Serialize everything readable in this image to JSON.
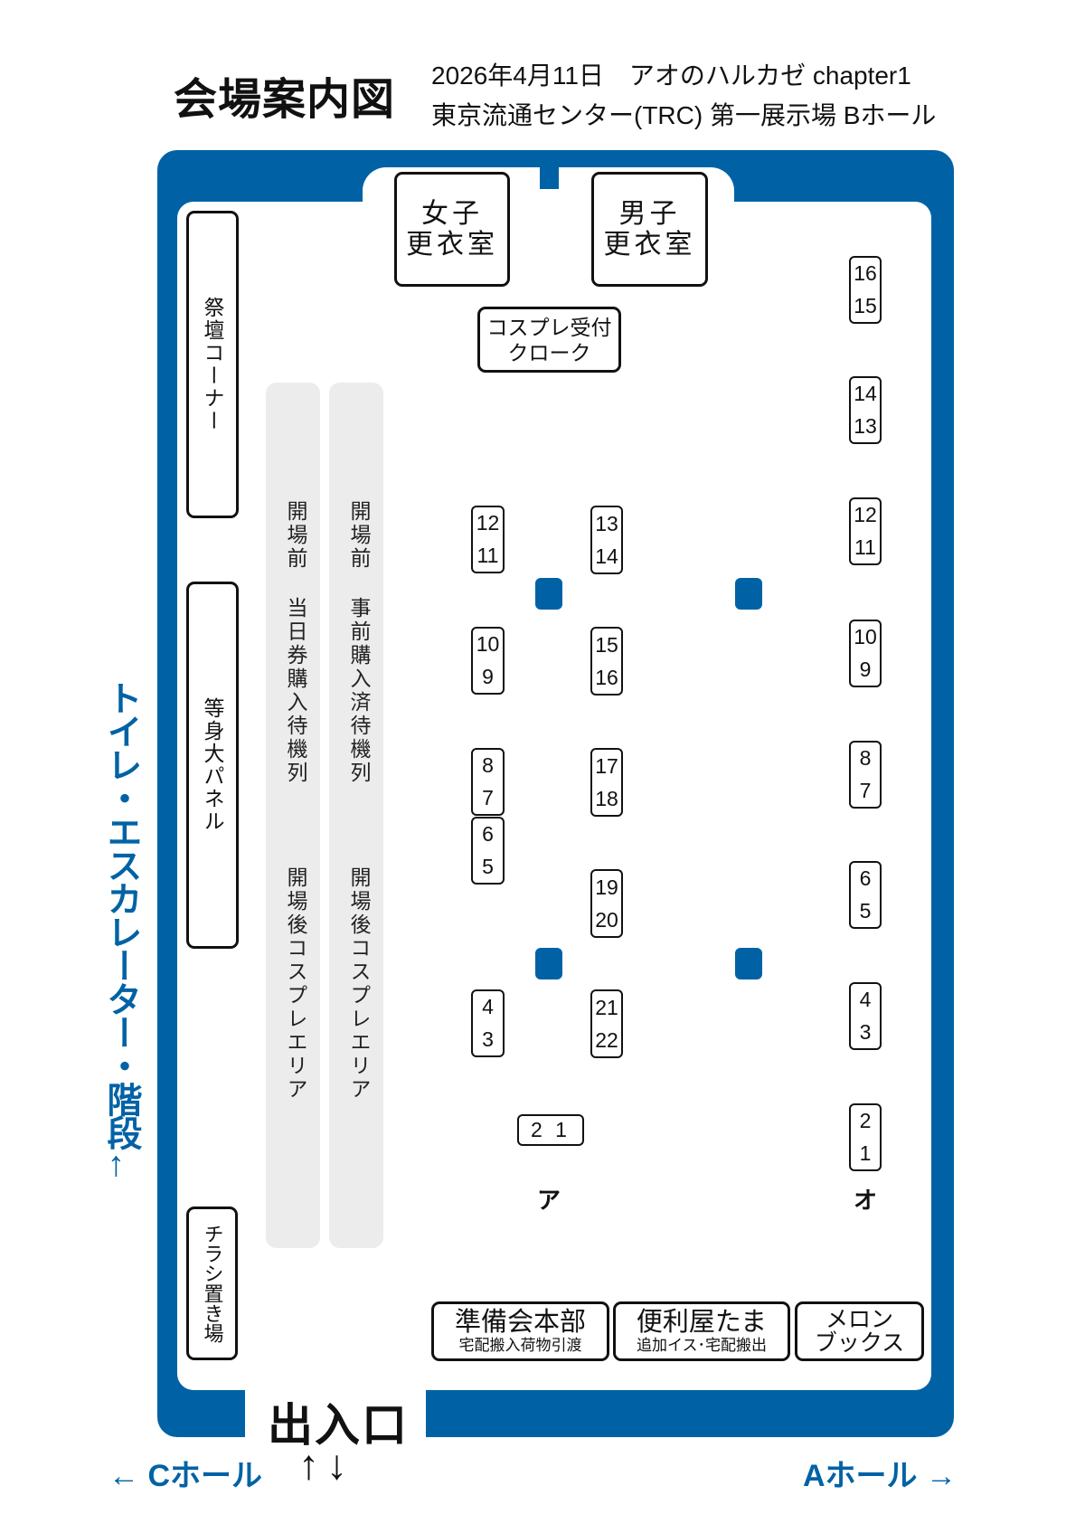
{
  "header": {
    "title": "会場案内図",
    "event_line": "2026年4月11日　アオのハルカゼ chapter1",
    "venue_line": "東京流通センター(TRC) 第一展示場 Bホール"
  },
  "areas": {
    "altar": "祭壇コーナー",
    "panel": "等身大パネル",
    "flyers": "チラシ置き場",
    "women_room": [
      "女子",
      "更衣室"
    ],
    "men_room": [
      "男子",
      "更衣室"
    ],
    "cosplay_reception": [
      "コスプレ受付",
      "クローク"
    ],
    "queue1_before": "開場前 当日券購入待機列",
    "queue1_after": "開場後コスプレエリア",
    "queue2_before": "開場前 事前購入済待機列",
    "queue2_after": "開場後コスプレエリア",
    "hq_title": "準備会本部",
    "hq_sub": "宅配搬入荷物引渡",
    "shop_title": "便利屋たま",
    "shop_sub": "追加イス･宅配搬出",
    "melon": [
      "メロン",
      "ブックス"
    ]
  },
  "desks": {
    "o": [
      [
        "16",
        "15"
      ],
      [
        "14",
        "13"
      ],
      [
        "12",
        "11"
      ],
      [
        "10",
        "9"
      ],
      [
        "8",
        "7"
      ],
      [
        "6",
        "5"
      ],
      [
        "4",
        "3"
      ],
      [
        "2",
        "1"
      ]
    ],
    "a_left": [
      [
        "12",
        "11"
      ],
      [
        "10",
        "9"
      ],
      [
        "8",
        "7"
      ],
      [
        "6",
        "5"
      ],
      [
        "4",
        "3"
      ]
    ],
    "a_right": [
      [
        "13",
        "14"
      ],
      [
        "15",
        "16"
      ],
      [
        "17",
        "18"
      ],
      [
        "19",
        "20"
      ],
      [
        "21",
        "22"
      ]
    ],
    "a_bottom": "2 1"
  },
  "row_labels": {
    "a": "ア",
    "o": "オ"
  },
  "navigation": {
    "exit": "出入口",
    "exit_arrows": "↑↓",
    "left_side": "トイレ・エスカレーター・階段",
    "left_arrow": "←",
    "c_hall": "← Cホール",
    "a_hall": "Aホール →"
  },
  "colors": {
    "brand_blue": "#0062a5",
    "queue_gray": "#ececec"
  }
}
